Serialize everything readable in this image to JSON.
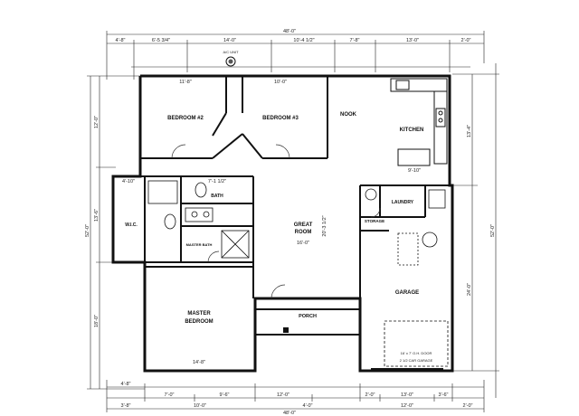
{
  "rooms": {
    "bedroom2": "BEDROOM #2",
    "bedroom3": "BEDROOM #3",
    "nook": "NOOK",
    "kitchen": "KITCHEN",
    "great": "GREAT",
    "room": "ROOM",
    "bath": "BATH",
    "wic": "W.I.C.",
    "master_bath": "MASTER BATH",
    "master": "MASTER",
    "bedroom": "BEDROOM",
    "laundry": "LAUNDRY",
    "storage": "STORAGE",
    "garage": "GARAGE",
    "porch": "PORCH"
  },
  "labels": {
    "ac_unit": "A/C UNIT",
    "garage_size": "2 1/2 CAR GARAGE",
    "garage_door": "16' x 7' O.H. DOOR"
  },
  "dimensions": {
    "overall_width": "48'-0\"",
    "top_left": "4'-8\"",
    "top_a": "6'-5 3/4\"",
    "top_b": "14'-0\"",
    "top_c": "10'-4 1/2\"",
    "top_d": "7'-8\"",
    "top_e": "13'-0\"",
    "top_f": "2'-0\"",
    "b2_width": "11'-8\"",
    "b3_width": "10'-0\"",
    "kitchen_width": "9'-10\"",
    "left_depth": "12'-0\"",
    "left_total": "52'-0\"",
    "left_sub": "13'-6\"",
    "great_depth": "20'-3 1/2\"",
    "great_width": "16'-0\"",
    "master_width": "14'-8\"",
    "master_depth": "18'-0\"",
    "right_a": "13'-4\"",
    "right_total": "52'-0\"",
    "right_b": "24'-0\"",
    "bath_width": "7'-1 1/2\"",
    "wic_width": "4'-10\"",
    "bottom_total": "48'-0\"",
    "bottom_a": "4'-8\"",
    "bottom_b": "7'-0\"",
    "bottom_c": "9'-6\"",
    "bottom_d": "12'-0\"",
    "bottom_e": "2'-0\"",
    "bottom_f": "13'-0\"",
    "bottom_g": "3'-6\"",
    "bottom_h": "3'-8\"",
    "bottom_i": "10'-0\"",
    "bottom_j": "4'-0\"",
    "bottom_k": "2'-0\"",
    "bottom_l": "12'-0\""
  }
}
